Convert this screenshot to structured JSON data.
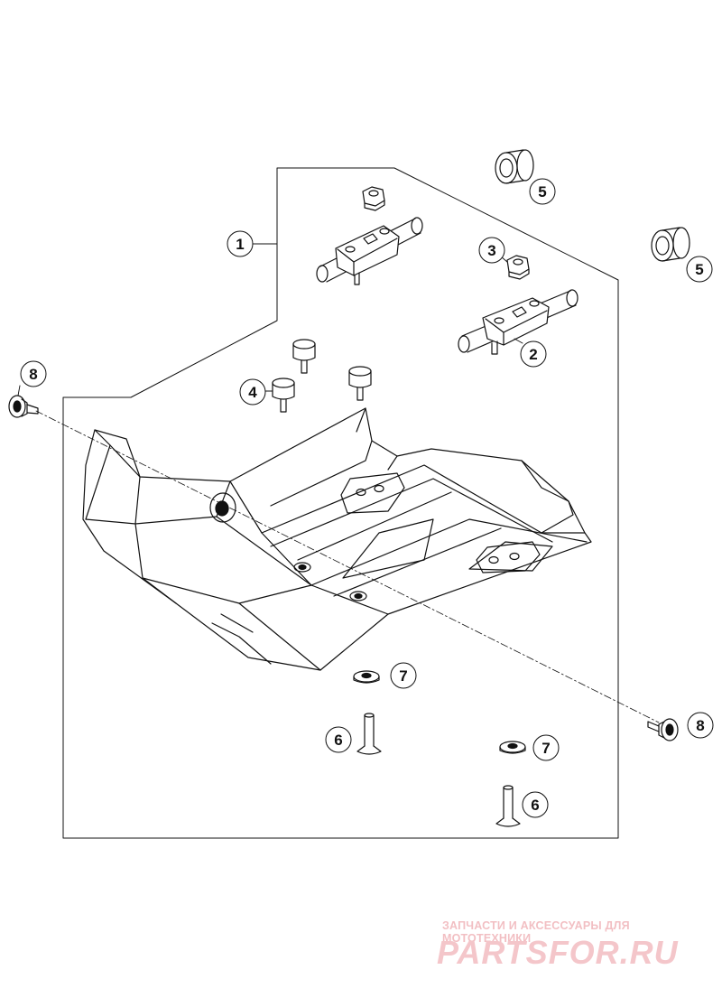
{
  "callouts": [
    {
      "id": "c1",
      "label": "1"
    },
    {
      "id": "c2",
      "label": "2"
    },
    {
      "id": "c3",
      "label": "3"
    },
    {
      "id": "c4",
      "label": "4"
    },
    {
      "id": "c5a",
      "label": "5"
    },
    {
      "id": "c5b",
      "label": "5"
    },
    {
      "id": "c6a",
      "label": "6"
    },
    {
      "id": "c6b",
      "label": "6"
    },
    {
      "id": "c7a",
      "label": "7"
    },
    {
      "id": "c7b",
      "label": "7"
    },
    {
      "id": "c8a",
      "label": "8"
    },
    {
      "id": "c8b",
      "label": "8"
    }
  ],
  "watermark": {
    "caption": "ЗАПЧАСТИ И АКСЕССУАРЫ ДЛЯ МОТОТЕХНИКИ",
    "logo": "PARTSFOR.RU",
    "color": "#f2bfc3"
  }
}
